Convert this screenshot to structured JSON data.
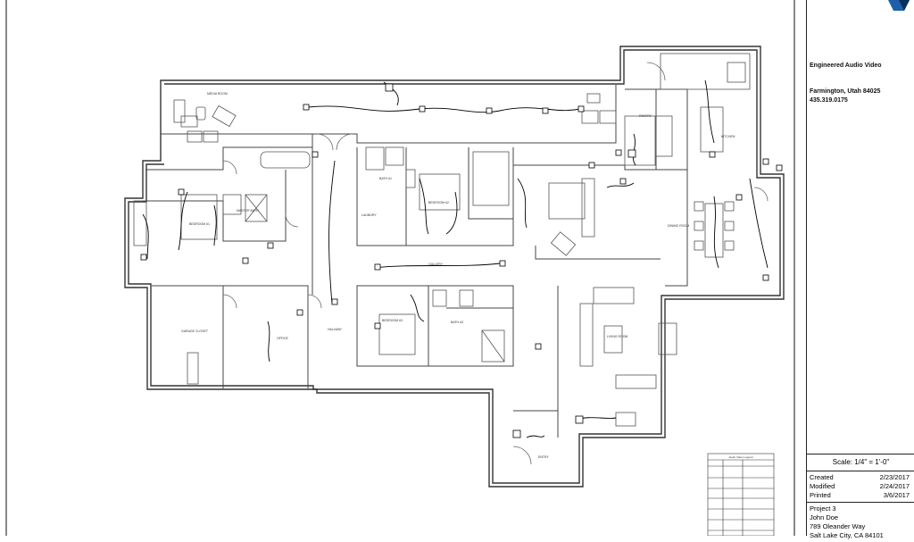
{
  "title_block": {
    "company": "Engineered Audio Video",
    "address_line1": "Farmington, Utah 84025",
    "phone": "435.319.0175",
    "scale": "Scale:  1/4\" = 1'-0\"",
    "dates": [
      {
        "label": "Created",
        "value": "2/23/2017"
      },
      {
        "label": "Modified",
        "value": "2/24/2017"
      },
      {
        "label": "Printed",
        "value": "3/6/2017"
      }
    ],
    "project_name": "Project 3",
    "client": "John Doe",
    "street": "789 Oleander Way",
    "city": "Salt Lake City, CA 84101"
  },
  "rooms": [
    {
      "id": "media",
      "label": "MEDIA ROOM"
    },
    {
      "id": "master-bath",
      "label": "MASTER BATH"
    },
    {
      "id": "bath1",
      "label": "BATH #1"
    },
    {
      "id": "bedroom2",
      "label": "BEDROOM #2"
    },
    {
      "id": "laundry",
      "label": "LAUNDRY"
    },
    {
      "id": "bedroom1",
      "label": "BEDROOM #1"
    },
    {
      "id": "kitchen",
      "label": "KITCHEN"
    },
    {
      "id": "pantry",
      "label": "PANTRY"
    },
    {
      "id": "dining",
      "label": "DINING ROOM"
    },
    {
      "id": "garage-closet",
      "label": "GARAGE CLOSET"
    },
    {
      "id": "office",
      "label": "OFFICE"
    },
    {
      "id": "hallway",
      "label": "HALLWAY"
    },
    {
      "id": "gallery",
      "label": "GALLERY"
    },
    {
      "id": "bedroom3",
      "label": "BEDROOM #3"
    },
    {
      "id": "bath3",
      "label": "BATH #3"
    },
    {
      "id": "living",
      "label": "LIVING ROOM"
    },
    {
      "id": "entry",
      "label": "ENTRY"
    }
  ],
  "legend": {
    "title": "Audio Video Legend"
  }
}
